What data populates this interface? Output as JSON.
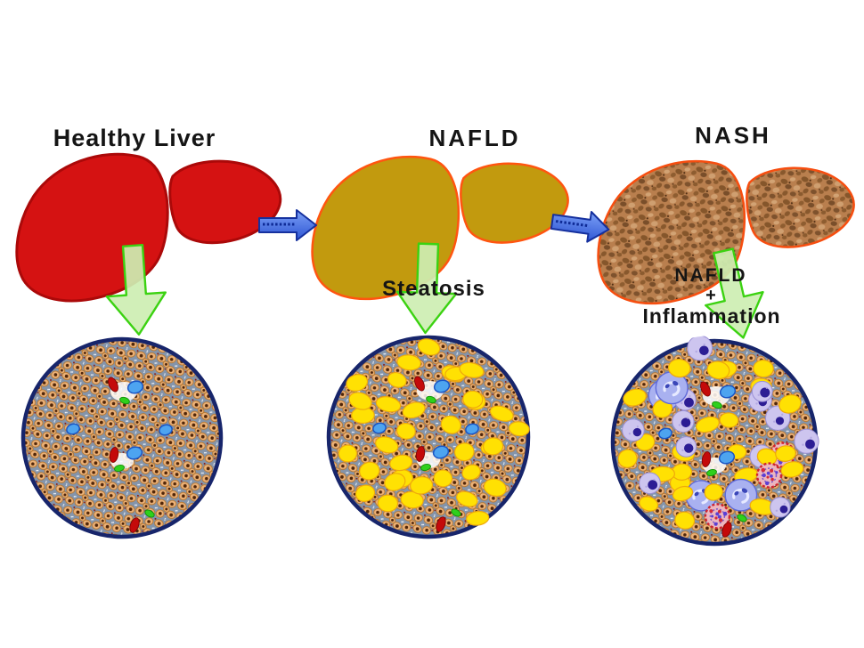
{
  "figure": {
    "background": "#ffffff",
    "panels": [
      {
        "id": "healthy",
        "title": "Healthy Liver",
        "stage_label": "",
        "liver_style": "solid-red",
        "histology": {
          "fat_droplets": 0,
          "lymphocytes": 0,
          "neutrophils": 0,
          "inflammatory_foci": 0,
          "cell_types_shown": [
            "hepatocyte-cell",
            "kupffer-blue-cell",
            "red-blood-cell",
            "stellate-green-cell"
          ]
        }
      },
      {
        "id": "nafld",
        "title": "NAFLD",
        "stage_label": "Steatosis",
        "liver_style": "fatty-gradient",
        "histology": {
          "fat_droplets": 35,
          "lymphocytes": 0,
          "neutrophils": 0,
          "inflammatory_foci": 0,
          "cell_types_shown": [
            "hepatocyte-cell",
            "fat-droplet",
            "kupffer-blue-cell",
            "red-blood-cell",
            "stellate-green-cell"
          ]
        }
      },
      {
        "id": "nash",
        "title": "NASH",
        "stage_label_lines": [
          "NAFLD",
          "+",
          "Inflammation"
        ],
        "liver_style": "fibrotic-texture",
        "histology": {
          "fat_droplets": 26,
          "lymphocytes": 12,
          "neutrophils": 4,
          "inflammatory_foci": 3,
          "cell_types_shown": [
            "hepatocyte-cell",
            "fat-droplet",
            "lymphocyte-cell",
            "neutrophil-cell",
            "inflammatory-focus",
            "kupffer-blue-cell",
            "red-blood-cell",
            "stellate-green-cell"
          ]
        }
      }
    ],
    "palette": {
      "bg": "#ffffff",
      "text": "#151515",
      "healthy_liver": "#d51212",
      "healthy_liver_stroke": "#ab0909",
      "nafld_center": "#6f6527",
      "nafld_mid": "#8a7a16",
      "nafld_outer": "#ab8d10",
      "nafld_rim": "#c29a0e",
      "fatty_liver_stroke": "#ff5510",
      "nash_base": "#b97f4e",
      "nash_dark": "#7c4f24",
      "nash_darker": "#4f2d12",
      "nash_light": "#d2a374",
      "nash_stroke": "#f64e10",
      "blue_arrow_light": "#7ba0f6",
      "blue_arrow_dark": "#2e55d4",
      "blue_arrow_stroke": "#15309e",
      "blue_arrow_dash": "#0e2a96",
      "green_arrow_fill": "#cdeeb2",
      "green_arrow_stroke": "#3bd211",
      "circle_stroke": "#17256b",
      "sinusoid": "#8494aa",
      "hepatocyte": "#edb278",
      "hepatocyte_stroke": "#b5752c",
      "nucleus": "#4f2508",
      "speck_light": "#f2f6fb",
      "speck_maroon": "#8c1a10",
      "fat": "#ffe103",
      "fat_stroke": "#efa90c",
      "cell_blue": "#4da4f0",
      "cell_blue_stroke": "#1a55c4",
      "cell_red": "#c40a0a",
      "cell_red_stroke": "#7a0202",
      "cell_green": "#2fd01c",
      "cell_green_stroke": "#139008",
      "lymph": "#cdc5ef",
      "lymph_stroke": "#9a8fd4",
      "lymph_speck": "#b2a8e2",
      "lymph_nucleus": "#2c1d94",
      "neutrophil": "#a9b1f0",
      "neutrophil_stroke": "#5f6ad8",
      "neutrophil_swirl": "#e6e9ff",
      "neutrophil_lobe": "#3a46b8",
      "mallory_fill": "#ecb6be",
      "mallory_ring": "#cf2330",
      "mallory_dot_red": "#d42b3c",
      "mallory_dot_purple": "#5b3fd4",
      "white_gap": "#ffffff"
    }
  }
}
